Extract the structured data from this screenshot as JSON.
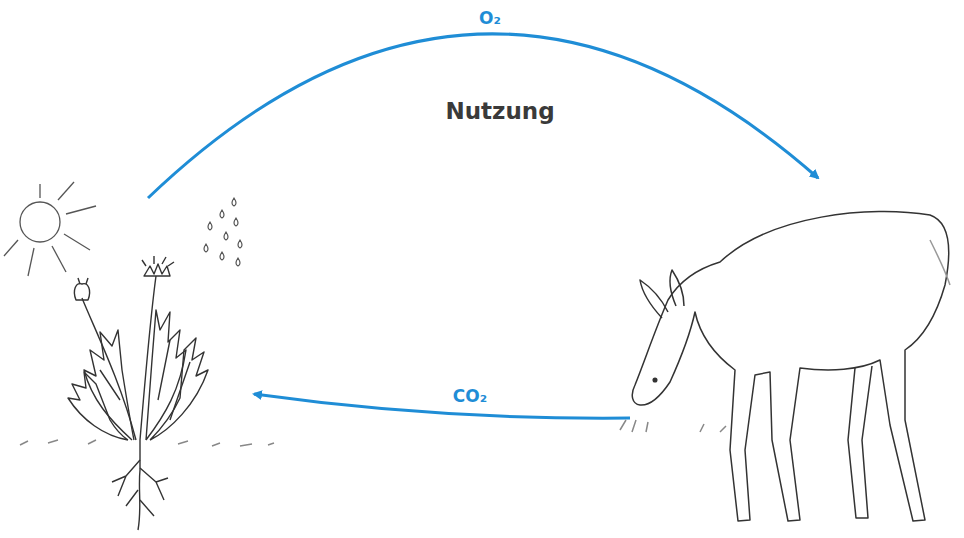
{
  "diagram": {
    "labels": [
      "O₂",
      "Nutzung",
      "CO₂"
    ]
  }
}
